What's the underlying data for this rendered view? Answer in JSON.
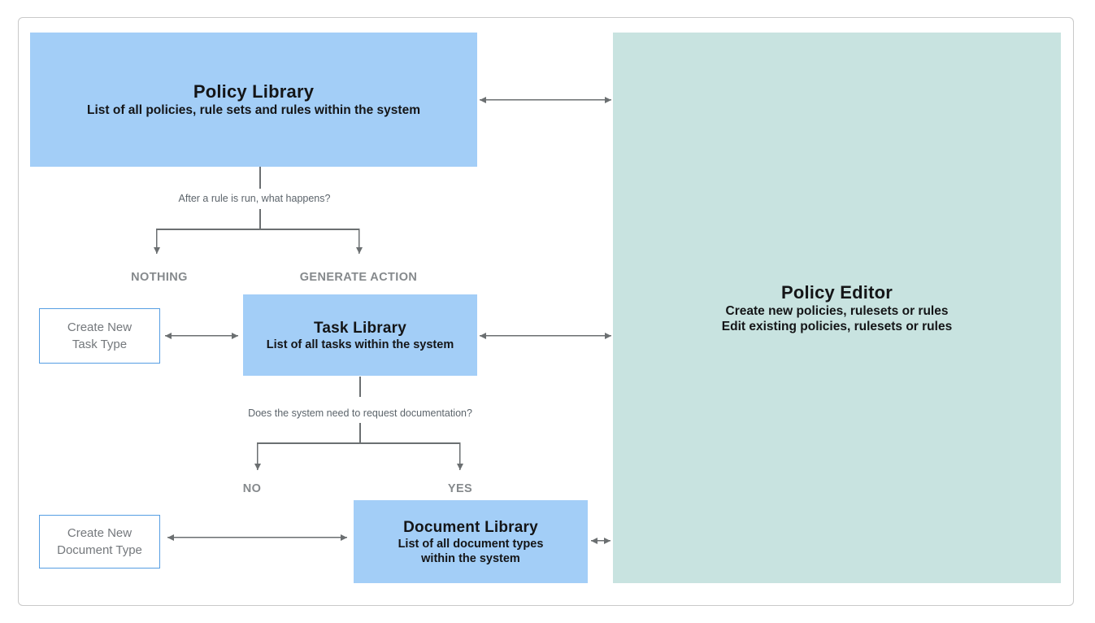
{
  "colors": {
    "node_blue": "#a3cef7",
    "node_teal": "#c8e3e0",
    "create_box_border": "#569ee3",
    "connector_gray": "#6b6f71",
    "branch_label_gray": "#85898c",
    "question_gray": "#5c646b",
    "frame_border": "#c9c9c9",
    "title_ink": "#141517"
  },
  "nodes": {
    "policy_library": {
      "title": "Policy Library",
      "subtitle": "List of all policies, rule sets and rules within the system"
    },
    "policy_editor": {
      "title": "Policy Editor",
      "line1": "Create new policies, rulesets or rules",
      "line2": "Edit existing policies, rulesets or rules"
    },
    "task_library": {
      "title": "Task Library",
      "subtitle": "List of all tasks within the system"
    },
    "document_library": {
      "title": "Document Library",
      "subtitle_line1": "List of all document types",
      "subtitle_line2": "within the system"
    },
    "create_task_type": {
      "line1": "Create New",
      "line2": "Task Type"
    },
    "create_document_type": {
      "line1": "Create New",
      "line2": "Document Type"
    }
  },
  "questions": {
    "after_rule_run": "After a rule is run, what happens?",
    "request_documentation": "Does the system need to request documentation?"
  },
  "branch_labels": {
    "nothing": "NOTHING",
    "generate_action": "GENERATE ACTION",
    "no": "NO",
    "yes": "YES"
  }
}
